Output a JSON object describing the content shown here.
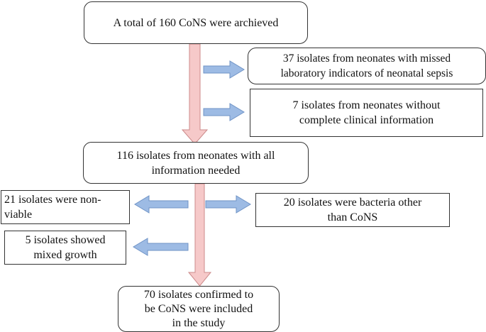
{
  "flowchart": {
    "start": "A total of 160 CoNS were archieved",
    "excl_missed_indicators": "37 isolates from neonates with missed\nlaboratory indicators of neonatal sepsis",
    "excl_no_clinical_info": "7 isolates from neonates without\ncomplete clinical information",
    "mid": "116  isolates from neonates with all\ninformation needed",
    "excl_non_viable": "21 isolates were non-\nviable",
    "excl_other_bacteria": "20 isolates were bacteria other\nthan CoNS",
    "excl_mixed_growth": "5 isolates showed\nmixed growth",
    "final": "70 isolates confirmed to\nbe  CoNS were included\nin the study"
  },
  "colors": {
    "main_arrow_fill": "#f6c9c9",
    "main_arrow_stroke": "#cc8a8a",
    "side_arrow_fill": "#9dbbe4",
    "side_arrow_stroke": "#6f93c6",
    "box_border": "#333333"
  }
}
